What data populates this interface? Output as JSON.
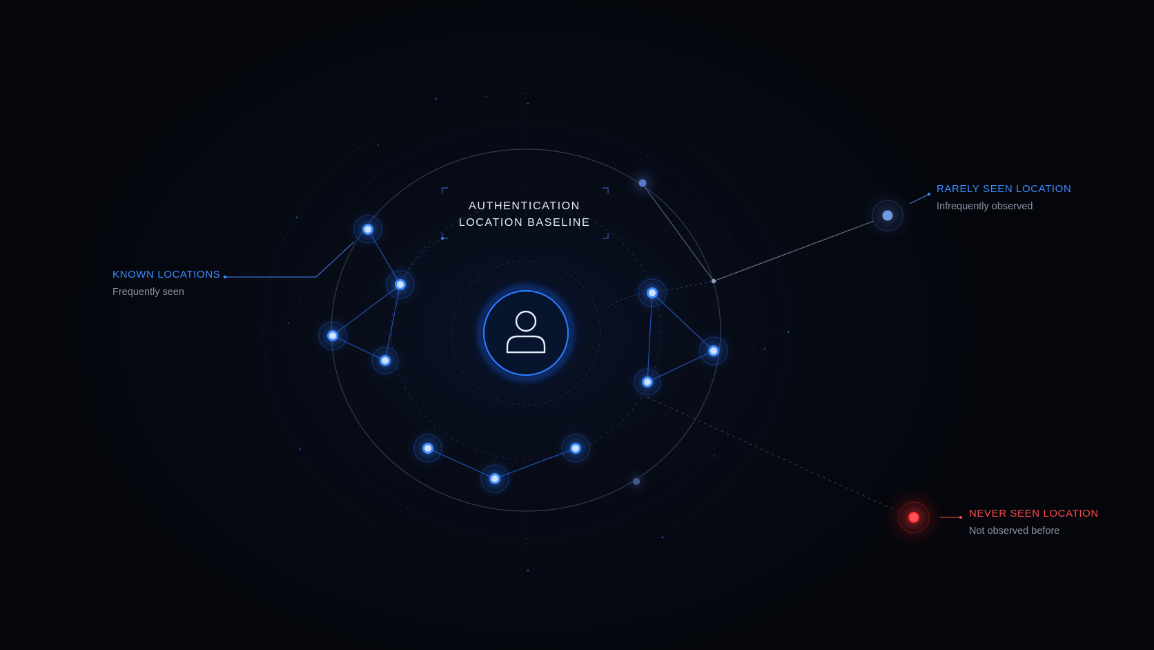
{
  "header": {
    "line1": "AUTHENTICATION",
    "line2": "LOCATION BASELINE"
  },
  "callouts": {
    "known": {
      "title": "KNOWN LOCATIONS",
      "subtitle": "Frequently seen"
    },
    "rare": {
      "title": "RARELY SEEN LOCATION",
      "subtitle": "Infrequently observed"
    },
    "never": {
      "title": "NEVER SEEN LOCATION",
      "subtitle": "Not observed before"
    }
  },
  "colors": {
    "known": "#3f8cff",
    "rare": "#6f9be6",
    "never": "#ff4a4a",
    "subtitle": "#8b93a3",
    "center_ring": "#2a7bff"
  },
  "icons": {
    "center": "user-icon"
  }
}
